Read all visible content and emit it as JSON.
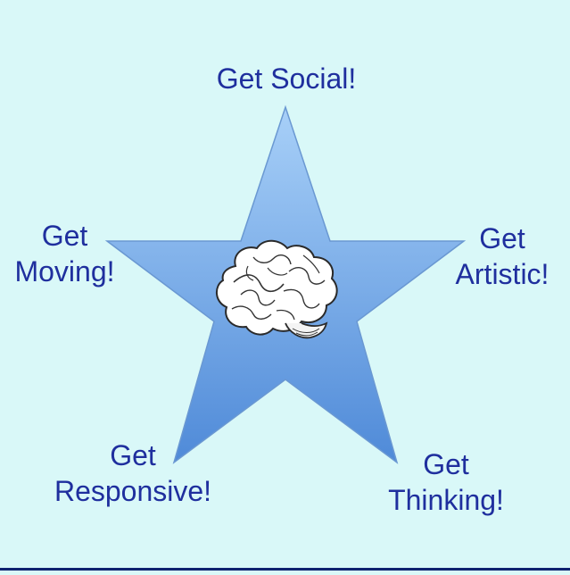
{
  "diagram": {
    "colors": {
      "background": "#d9f8f8",
      "star_top": "#a8d0f8",
      "star_bottom": "#4f8ad8",
      "star_outline": "#6a98d2",
      "label_text": "#1f2f9e"
    },
    "center_icon": "brain-icon",
    "labels": {
      "social": {
        "line1": "Get Social!"
      },
      "moving": {
        "line1": "Get",
        "line2": "Moving!"
      },
      "artistic": {
        "line1": "Get",
        "line2": "Artistic!"
      },
      "responsive": {
        "line1": "Get",
        "line2": "Responsive!"
      },
      "thinking": {
        "line1": "Get",
        "line2": "Thinking!"
      }
    }
  }
}
